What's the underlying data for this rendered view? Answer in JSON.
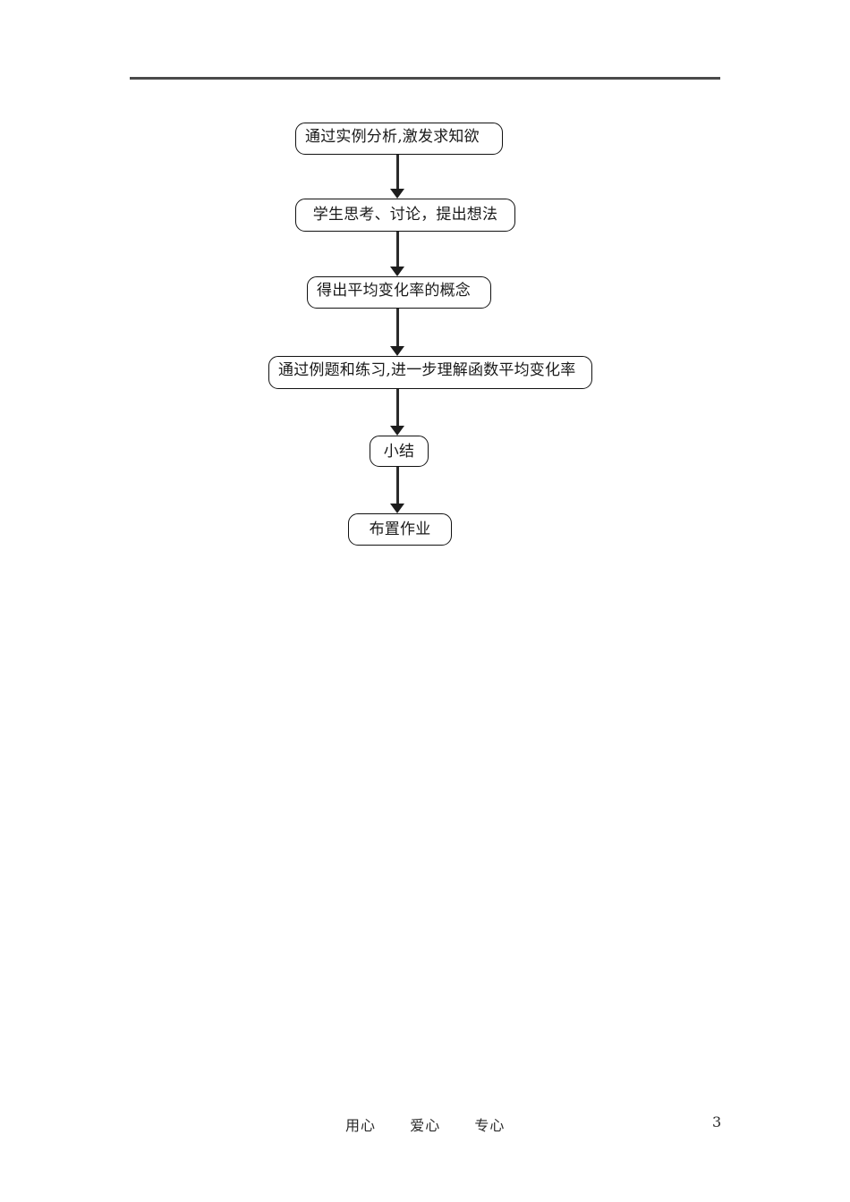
{
  "page": {
    "number": "3",
    "footer_words": [
      "用心",
      "爱心",
      "专心"
    ]
  },
  "flowchart": {
    "type": "flowchart",
    "orientation": "top-to-bottom",
    "nodes": [
      {
        "id": "n1",
        "label": "通过实例分析,激发求知欲"
      },
      {
        "id": "n2",
        "label": "学生思考、讨论，提出想法"
      },
      {
        "id": "n3",
        "label": "得出平均变化率的概念"
      },
      {
        "id": "n4",
        "label": "通过例题和练习,进一步理解函数平均变化率"
      },
      {
        "id": "n5",
        "label": "小结"
      },
      {
        "id": "n6",
        "label": "布置作业"
      }
    ],
    "edges": [
      {
        "from": "n1",
        "to": "n2",
        "arrow": "down-arrow"
      },
      {
        "from": "n2",
        "to": "n3",
        "arrow": "down-arrow"
      },
      {
        "from": "n3",
        "to": "n4",
        "arrow": "down-arrow"
      },
      {
        "from": "n4",
        "to": "n5",
        "arrow": "down-arrow"
      },
      {
        "from": "n5",
        "to": "n6",
        "arrow": "down-arrow"
      }
    ],
    "colors": {
      "node_border": "#111111",
      "connector": "#2b2b2b",
      "text": "#1a1a1a",
      "header_rule": "#4a4a4a"
    }
  }
}
